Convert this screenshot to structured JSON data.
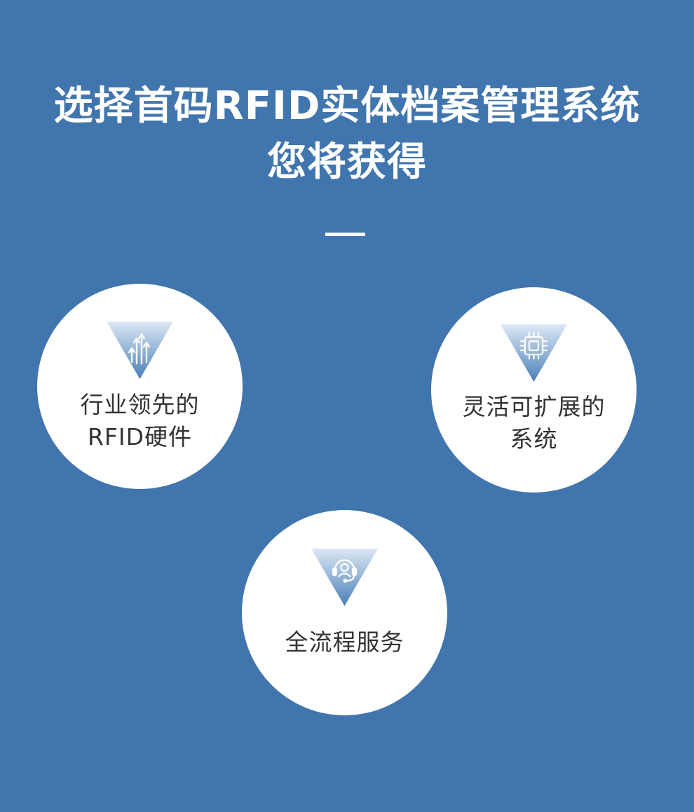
{
  "header": {
    "title_line1": "选择首码RFID实体档案管理系统",
    "title_line2": "您将获得"
  },
  "features": [
    {
      "icon": "growth-arrows-icon",
      "line1": "行业领先的",
      "line2": "RFID硬件"
    },
    {
      "icon": "chip-icon",
      "line1": "灵活可扩展的",
      "line2": "系统"
    },
    {
      "icon": "support-headset-icon",
      "line1": "全流程服务"
    }
  ],
  "colors": {
    "background": "#4175ad",
    "circle": "#ffffff",
    "text": "#333333",
    "triangle_top": "#dce8f5",
    "triangle_bottom": "#4a7fb8"
  }
}
